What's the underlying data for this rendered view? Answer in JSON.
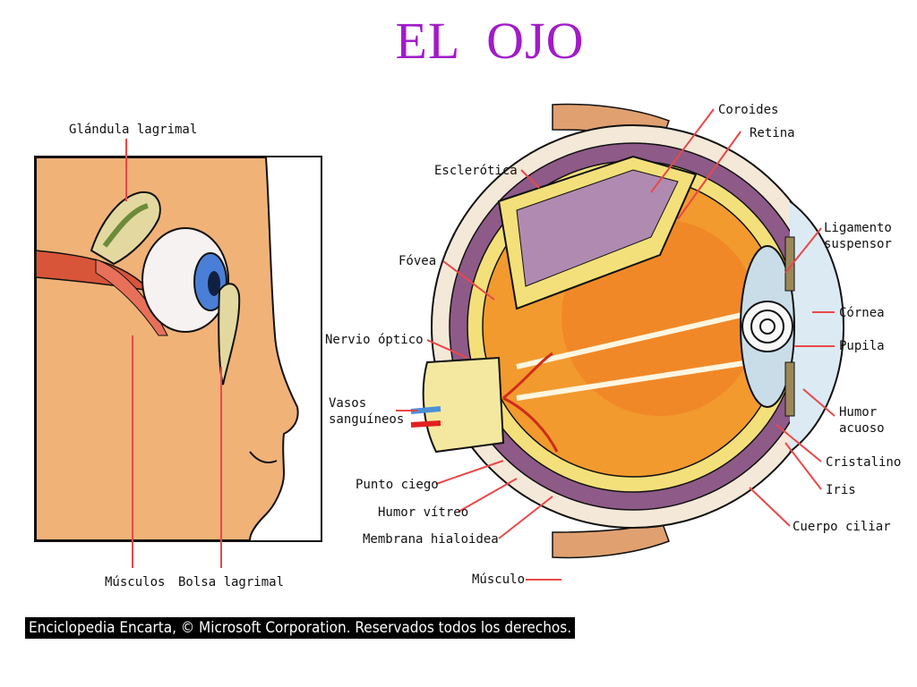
{
  "title": "EL  OJO",
  "colors": {
    "title": "#a11bc8",
    "leader_lines": "#e8484a",
    "skin": "#f0b277",
    "sclera": "#f4e8d8",
    "choroid": "#8e5a88",
    "retina": "#f4e07a",
    "vitreous": "#f29a2e",
    "lens": "#e8401c",
    "iris": "#4a7fd8",
    "credit_bg": "#000000",
    "credit_fg": "#ffffff"
  },
  "left_figure": {
    "labels": {
      "lacrimal_gland": "Glándula lagrimal",
      "muscles": "Músculos",
      "lacrimal_sac": "Bolsa lagrimal"
    }
  },
  "right_figure": {
    "labels": {
      "choroid": "Coroides",
      "retina": "Retina",
      "sclera": "Esclerótica",
      "suspensory_ligament_1": "Ligamento",
      "suspensory_ligament_2": "suspensor",
      "fovea": "Fóvea",
      "cornea": "Córnea",
      "optic_nerve": "Nervio óptico",
      "pupil": "Pupila",
      "blood_vessels_1": "Vasos",
      "blood_vessels_2": "sanguíneos",
      "aqueous_humor_1": "Humor",
      "aqueous_humor_2": "acuoso",
      "crystalline_lens": "Cristalino",
      "blind_spot": "Punto ciego",
      "iris": "Iris",
      "vitreous_humor": "Humor vítreo",
      "ciliary_body": "Cuerpo ciliar",
      "hyaloid_membrane": "Membrana hialoidea",
      "muscle": "Músculo"
    }
  },
  "credit": "Enciclopedia Encarta, © Microsoft Corporation. Reservados todos los derechos."
}
